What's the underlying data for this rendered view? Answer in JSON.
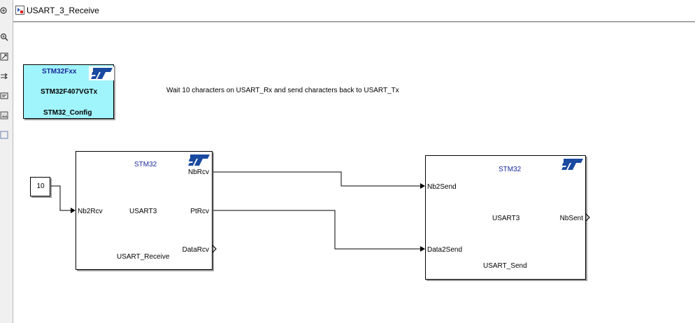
{
  "window": {
    "title": "USART_3_Receive"
  },
  "toolbar": {
    "tools": [
      {
        "icon": "navigate-icon"
      },
      {
        "icon": "zoom-in-icon"
      },
      {
        "icon": "fit-view-icon"
      },
      {
        "icon": "arrows-icon"
      },
      {
        "icon": "annotation-icon"
      },
      {
        "icon": "image-icon"
      },
      {
        "icon": "area-icon"
      }
    ]
  },
  "annotation": {
    "text": "Wait 10 characters on USART_Rx and send characters back to USART_Tx"
  },
  "config_block": {
    "family": "STM32Fxx",
    "device": "STM32F407VGTx",
    "name": "STM32_Config",
    "bg_color": "#a0f4fb"
  },
  "constant_block": {
    "value": "10"
  },
  "receive_block": {
    "header": "STM32",
    "peripheral": "USART3",
    "name": "USART_Receive",
    "inputs": [
      "Nb2Rcv"
    ],
    "outputs": [
      "NbRcv",
      "PtRcv",
      "DataRcv"
    ]
  },
  "send_block": {
    "header": "STM32",
    "peripheral": "USART3",
    "name": "USART_Send",
    "inputs": [
      "Nb2Send",
      "Data2Send"
    ],
    "outputs": [
      "NbSent"
    ]
  },
  "colors": {
    "st_blue": "#1a2a9a",
    "config_bg": "#a0f4fb",
    "line": "#000000"
  }
}
